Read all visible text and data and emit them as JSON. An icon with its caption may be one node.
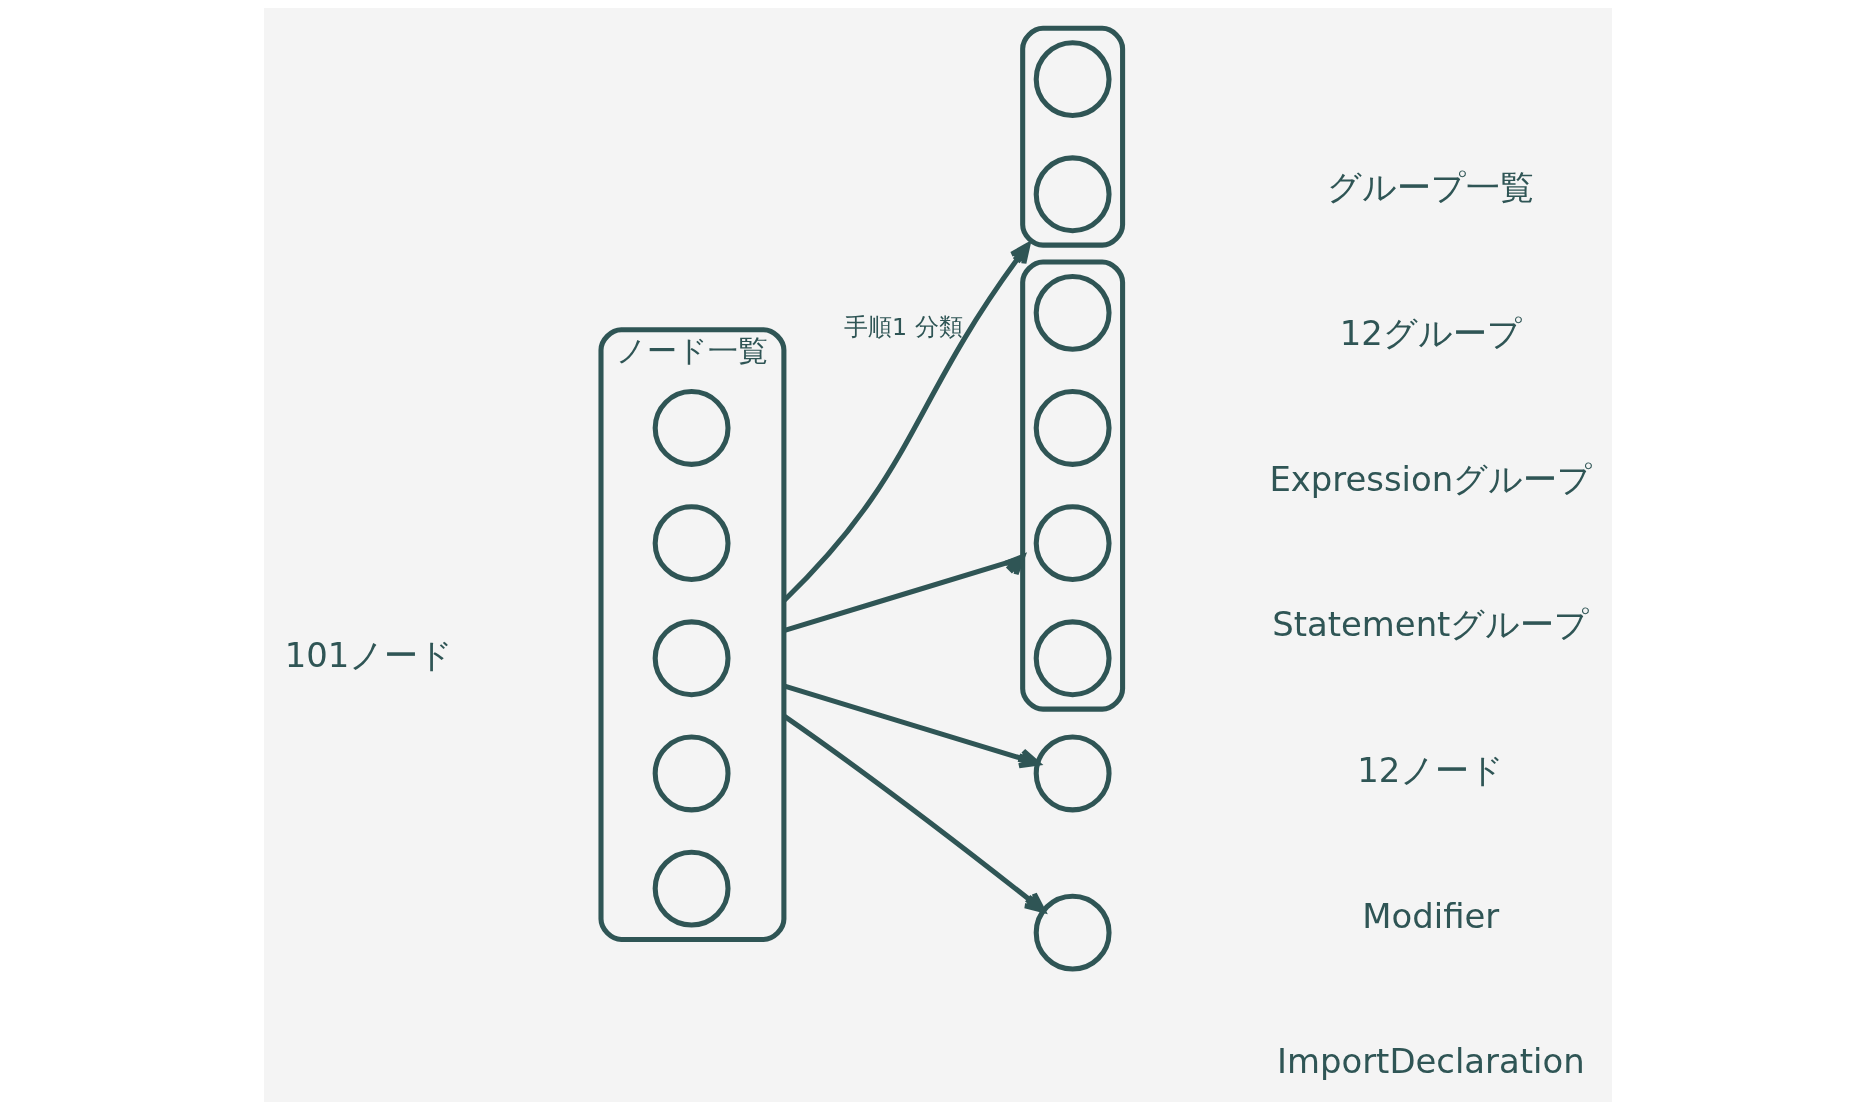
{
  "diagram": {
    "nodes": [
      {
        "text": [
          "ノード一覧"
        ]
      },
      {
        "text": [],
        "shape": "circle",
        "in": 0
      },
      {
        "text": [],
        "shape": "circle",
        "in": 0
      },
      {
        "text": [],
        "shape": "circle",
        "in": 0
      },
      {
        "text": [],
        "shape": "circle",
        "in": 0
      },
      {
        "text": [],
        "shape": "circle",
        "in": 0
      },
      {
        "text": [],
        "shape": "box"
      },
      {
        "text": [],
        "shape": "circle",
        "in": 6
      },
      {
        "text": [],
        "shape": "circle",
        "in": 6
      },
      {
        "text": [],
        "shape": "box"
      },
      {
        "text": [],
        "shape": "circle",
        "in": 9
      },
      {
        "text": [],
        "shape": "circle",
        "in": 9
      },
      {
        "text": [],
        "shape": "circle",
        "in": 9
      },
      {
        "text": [],
        "shape": "circle",
        "in": 9
      },
      {
        "text": [],
        "shape": "circle"
      },
      {
        "text": [],
        "shape": "circle"
      }
    ],
    "edges": [
      {
        "from": 0,
        "to": 6,
        "arrow": "to",
        "label": "手順1 分類"
      },
      {
        "from": 0,
        "to": 9,
        "arrow": "to"
      },
      {
        "from": 0,
        "to": 14,
        "arrow": "to"
      },
      {
        "from": 0,
        "to": 15,
        "arrow": "to"
      }
    ],
    "labels": [
      "グループ一覧",
      "101ノード",
      "12グループ",
      "Expressionグループ",
      "Statementグループ",
      "12ノード",
      "Modifier",
      "ImportDeclaration"
    ]
  }
}
